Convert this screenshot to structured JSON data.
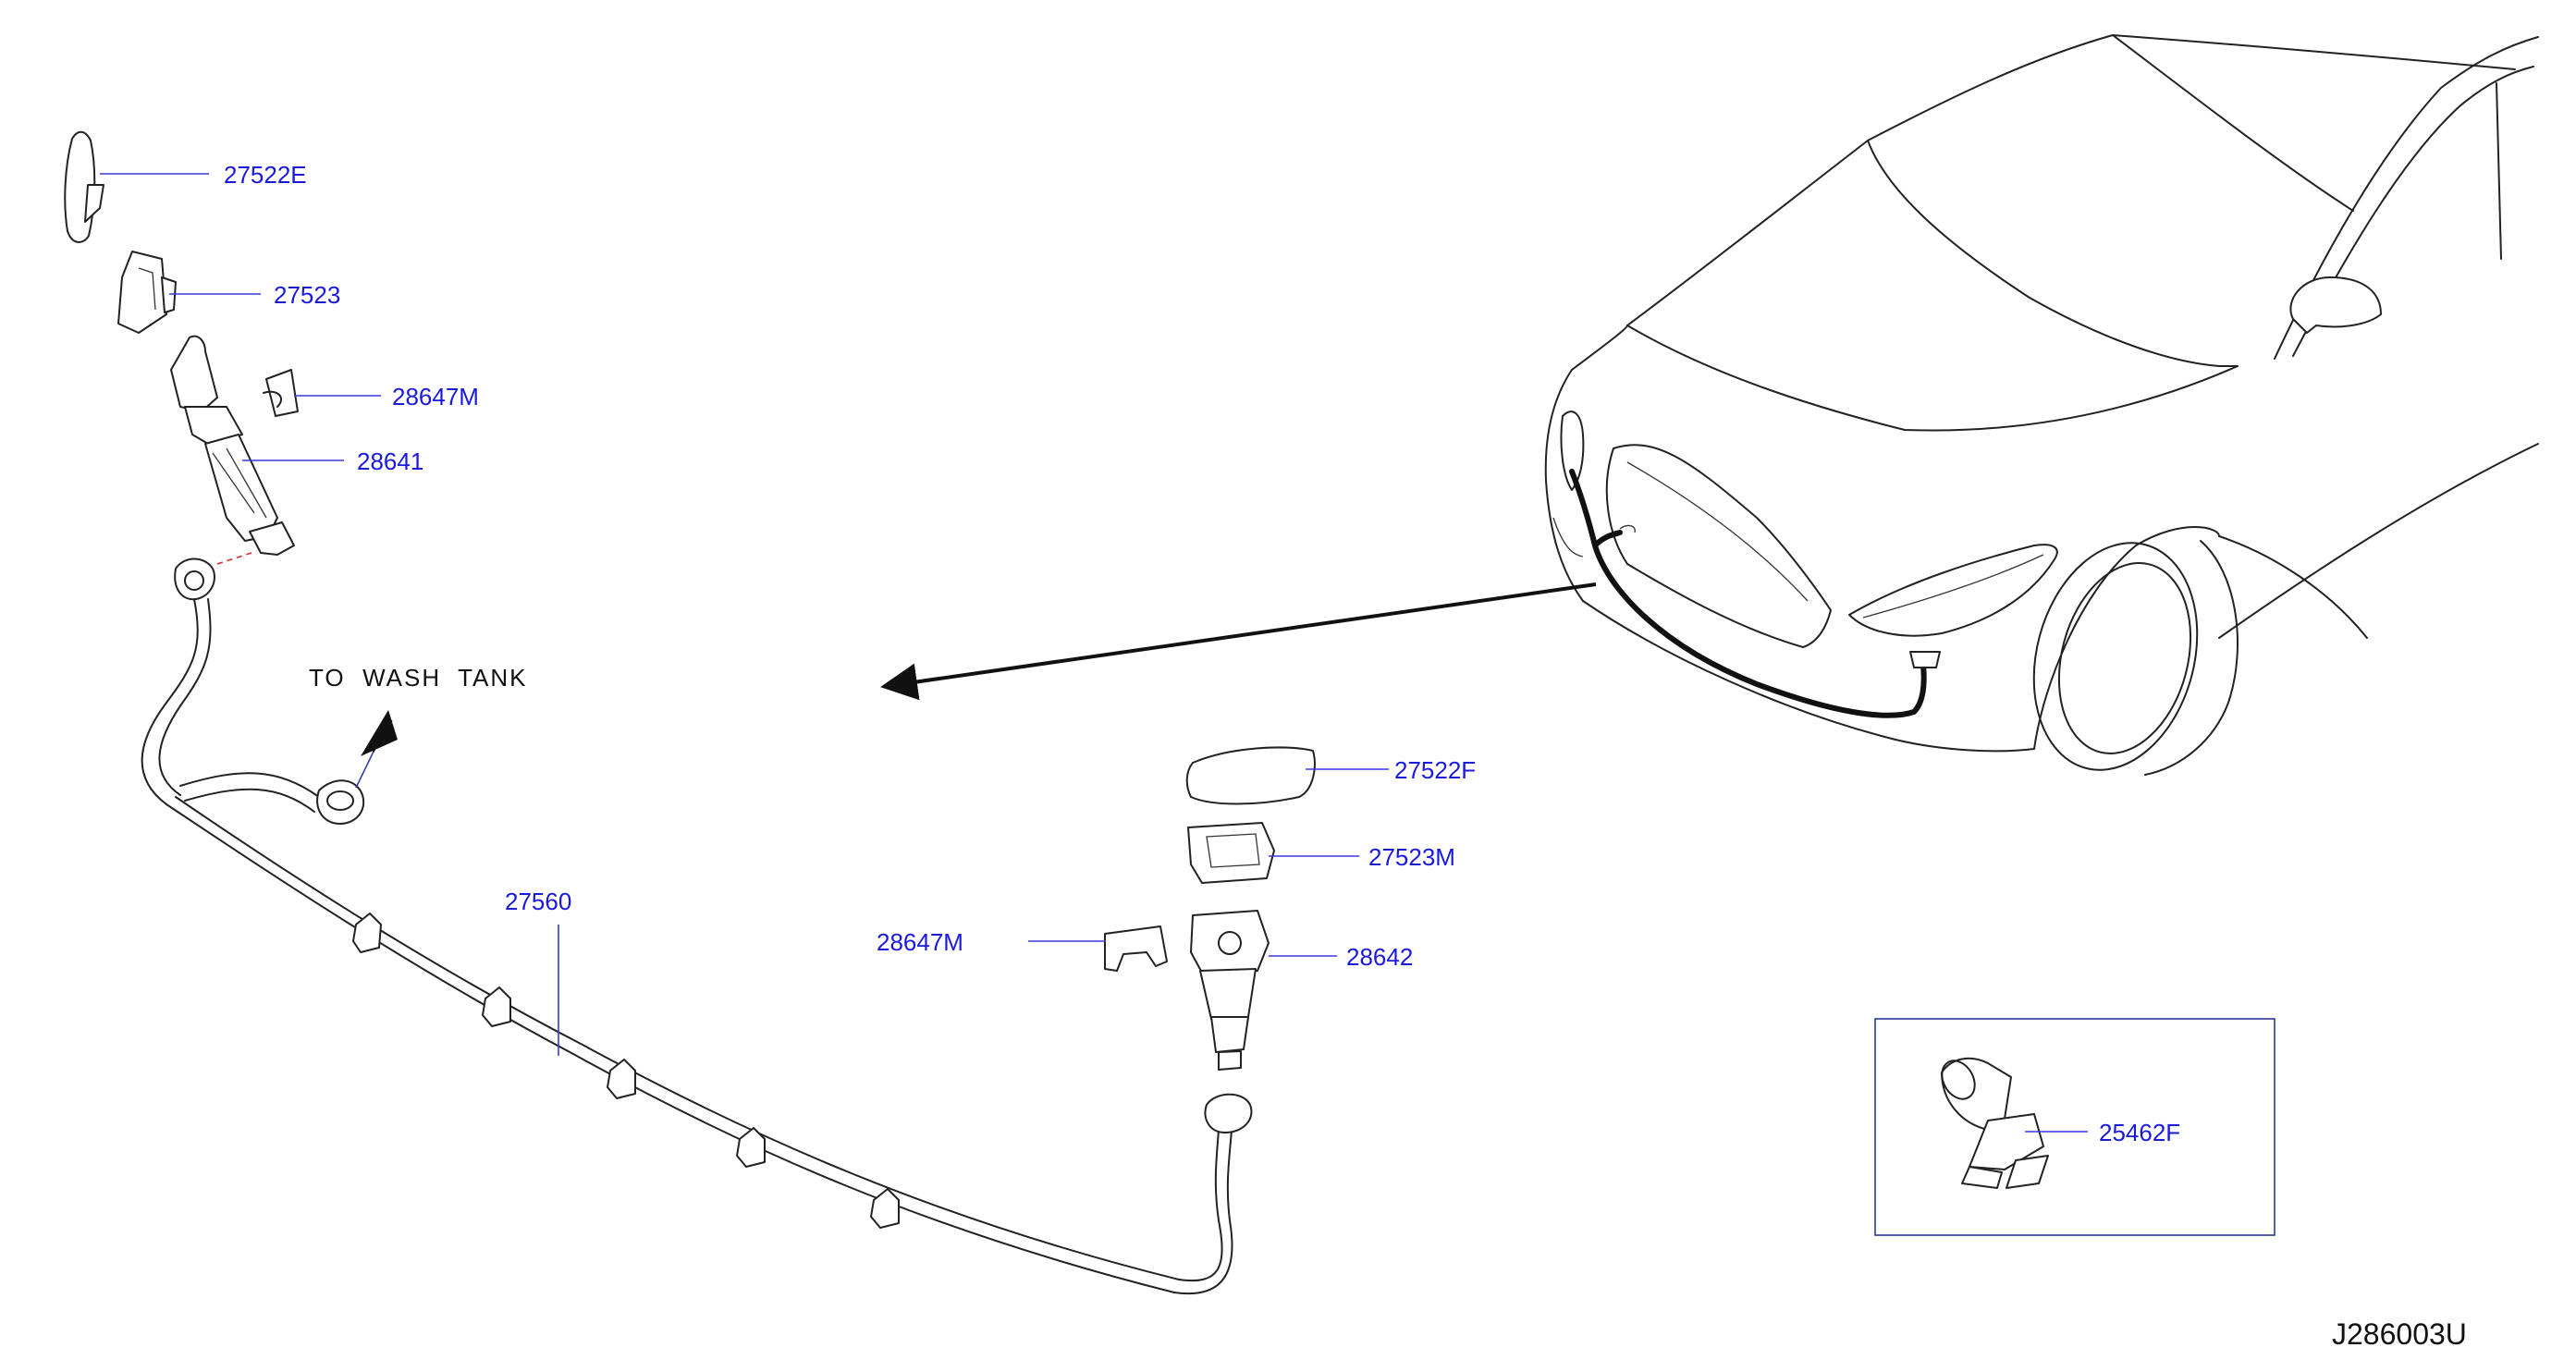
{
  "diagram": {
    "code": "J286003U",
    "note": "TO  WASH  TANK",
    "parts": {
      "p27522E": "27522E",
      "p27523": "27523",
      "p28647M_left": "28647M",
      "p28641": "28641",
      "p27560": "27560",
      "p27522F": "27522F",
      "p27523M": "27523M",
      "p28647M_right": "28647M",
      "p28642": "28642",
      "p25462F": "25462F"
    },
    "colors": {
      "label": "#1a1adb",
      "leader": "#3a3ad8",
      "lines": "#222222",
      "inset_border": "#2a3a9a"
    }
  }
}
